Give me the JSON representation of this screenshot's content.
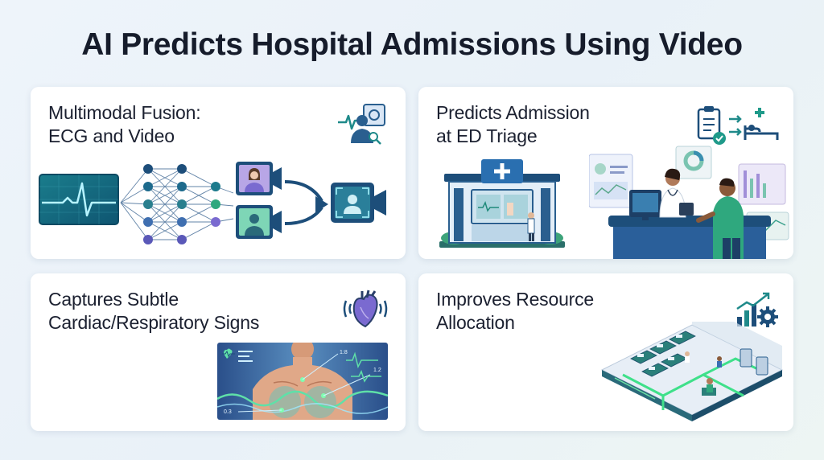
{
  "title": "AI Predicts Hospital Admissions Using Video",
  "cards": [
    {
      "line1": "Multimodal Fusion:",
      "line2": "ECG and Video",
      "icon": "patient-monitor-icon"
    },
    {
      "line1": "Predicts Admission",
      "line2": "at ED Triage",
      "icon": "clipboard-to-bed-icon"
    },
    {
      "line1": "Captures Subtle",
      "line2": "Cardiac/Respiratory Signs",
      "icon": "heart-icon"
    },
    {
      "line1": "Improves Resource",
      "line2": "Allocation",
      "icon": "growth-chart-gear-icon"
    }
  ],
  "chest_readouts": {
    "top": "1:8",
    "mid": "1.2",
    "bottom": "0.3"
  },
  "colors": {
    "teal": "#1f8a8a",
    "navy": "#1d4e7a",
    "blue": "#3a6db3",
    "green": "#2fbf7a",
    "purple": "#7a6ad0",
    "title": "#161c2b"
  }
}
